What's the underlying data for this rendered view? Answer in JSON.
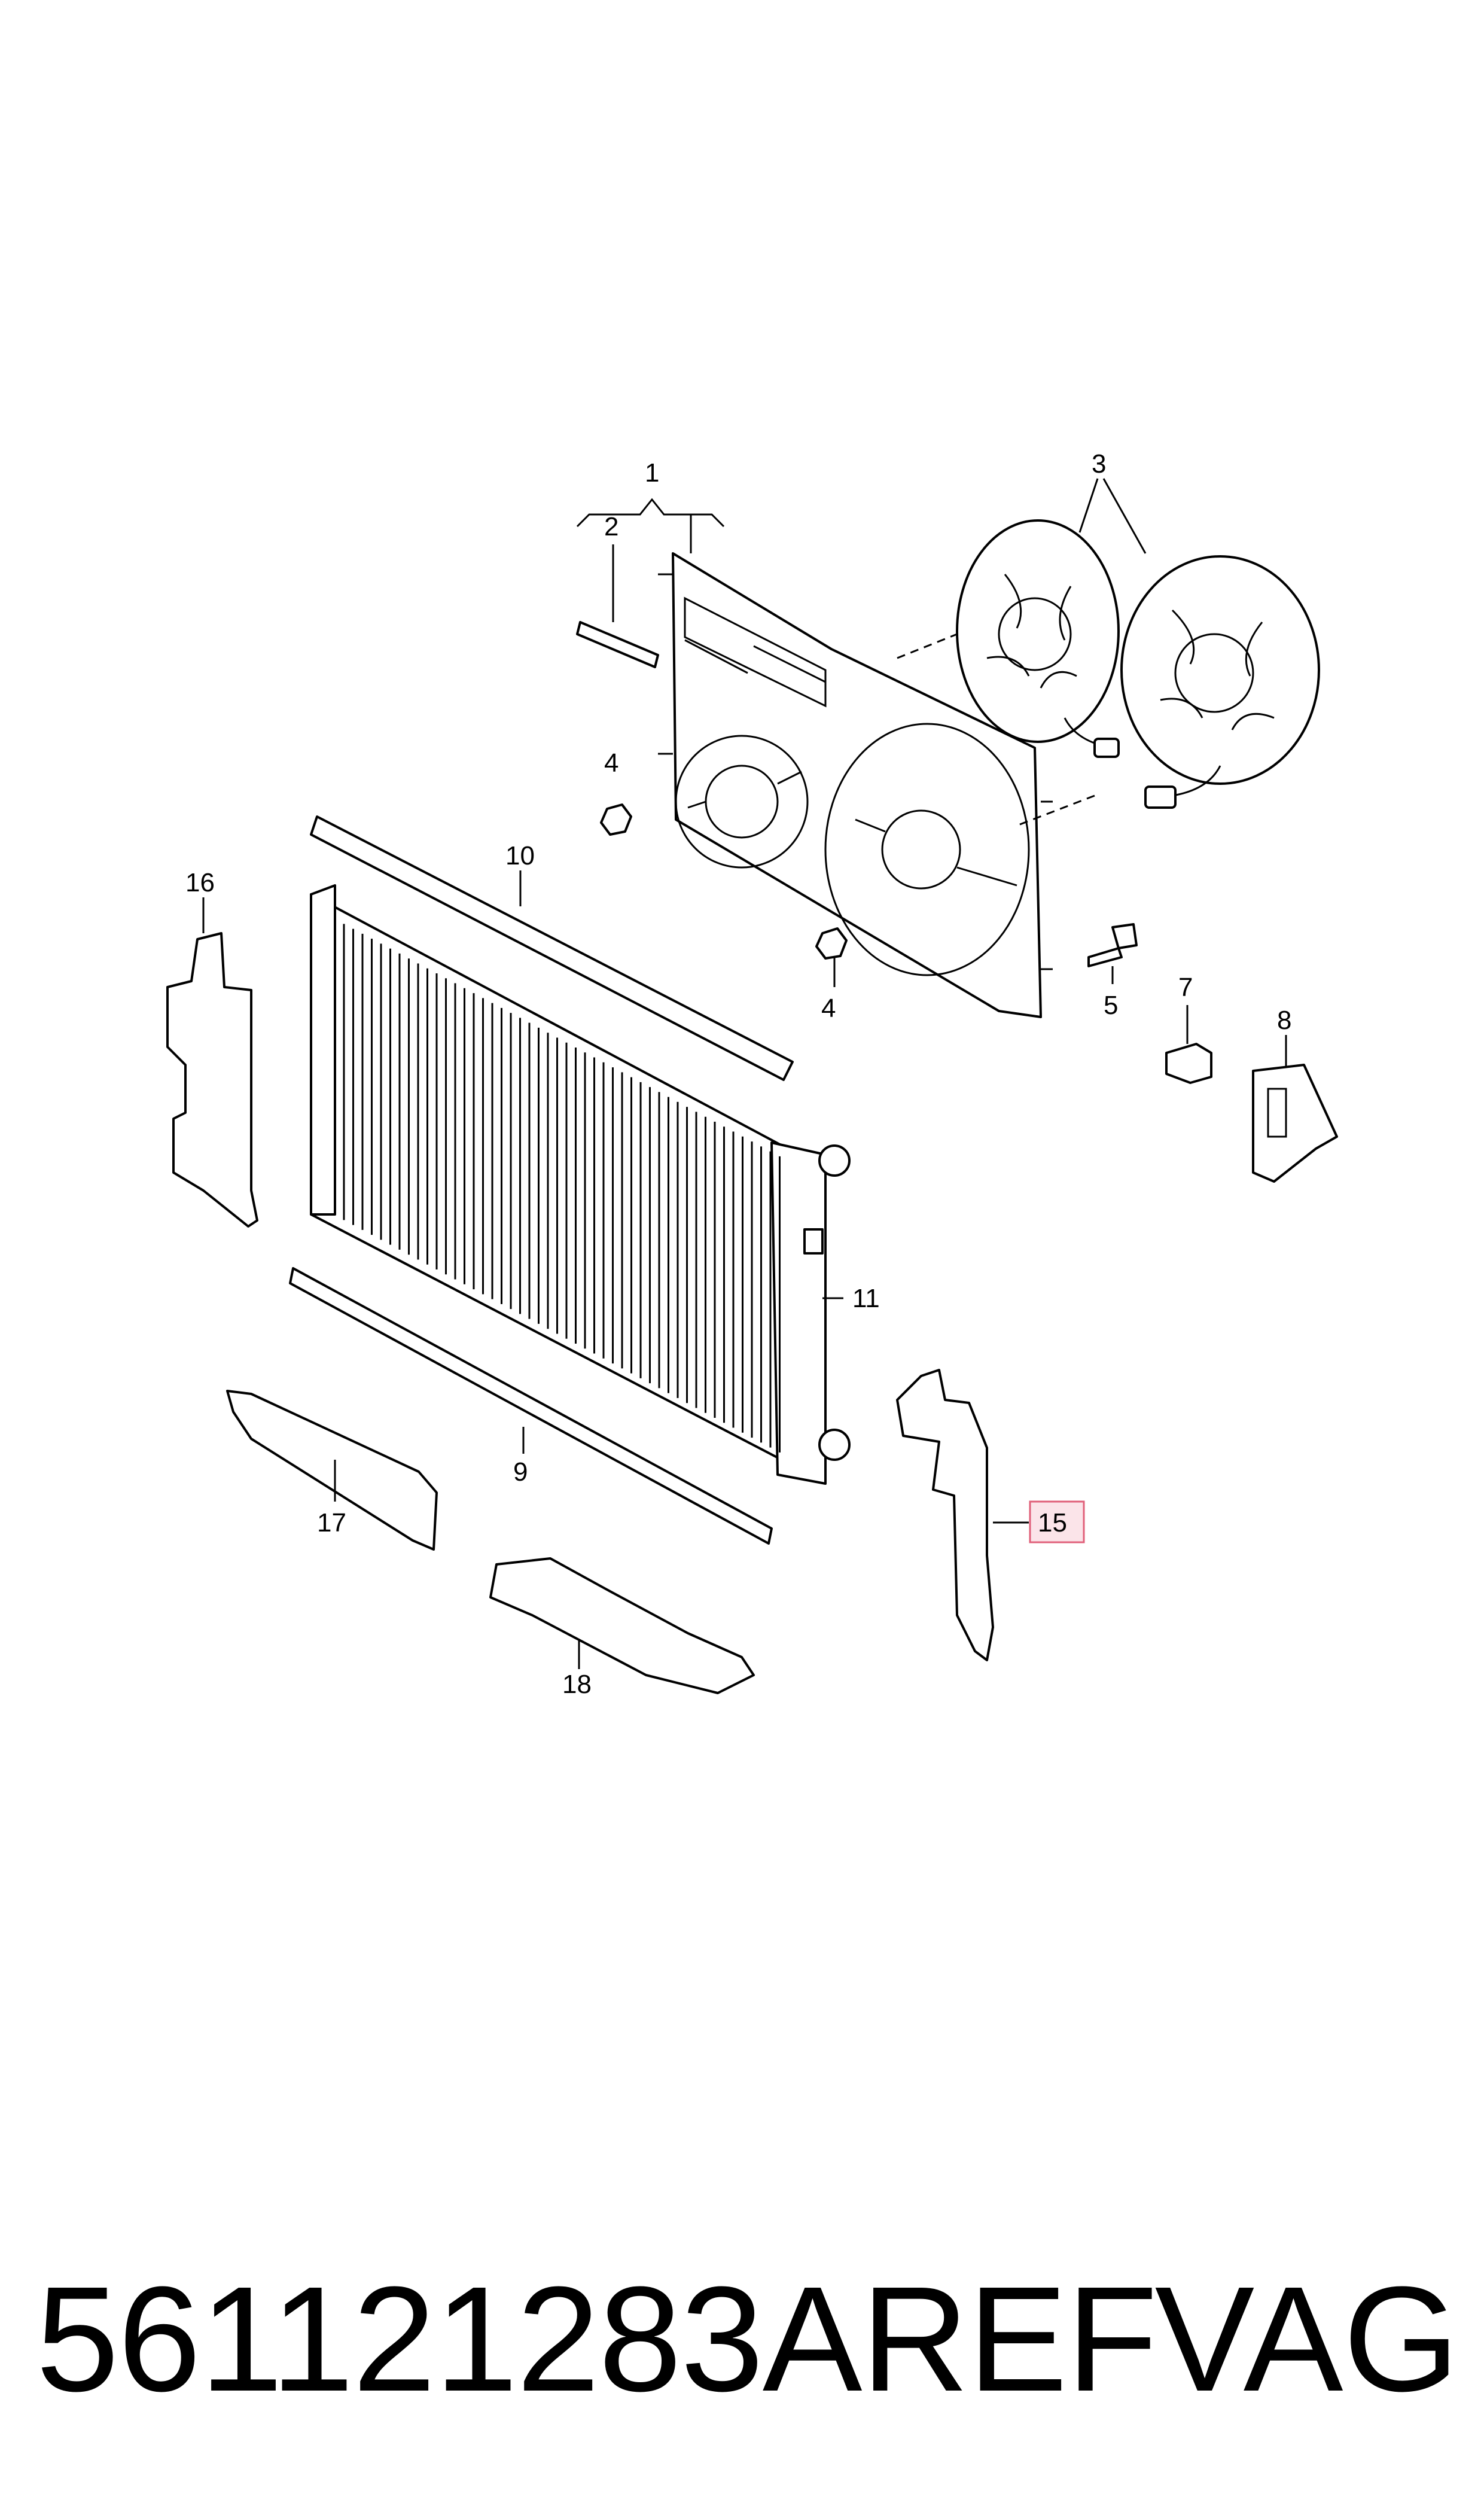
{
  "callouts": {
    "c1": "1",
    "c2": "2",
    "c3": "3",
    "c4a": "4",
    "c4b": "4",
    "c5": "5",
    "c7": "7",
    "c8": "8",
    "c9": "9",
    "c10": "10",
    "c11": "11",
    "c15": "15",
    "c16": "16",
    "c17": "17",
    "c18": "18"
  },
  "highlight": {
    "callout": "15",
    "color": "#e0607a"
  },
  "footer": {
    "part_number": "561121283AREF",
    "brand": "VAG"
  }
}
